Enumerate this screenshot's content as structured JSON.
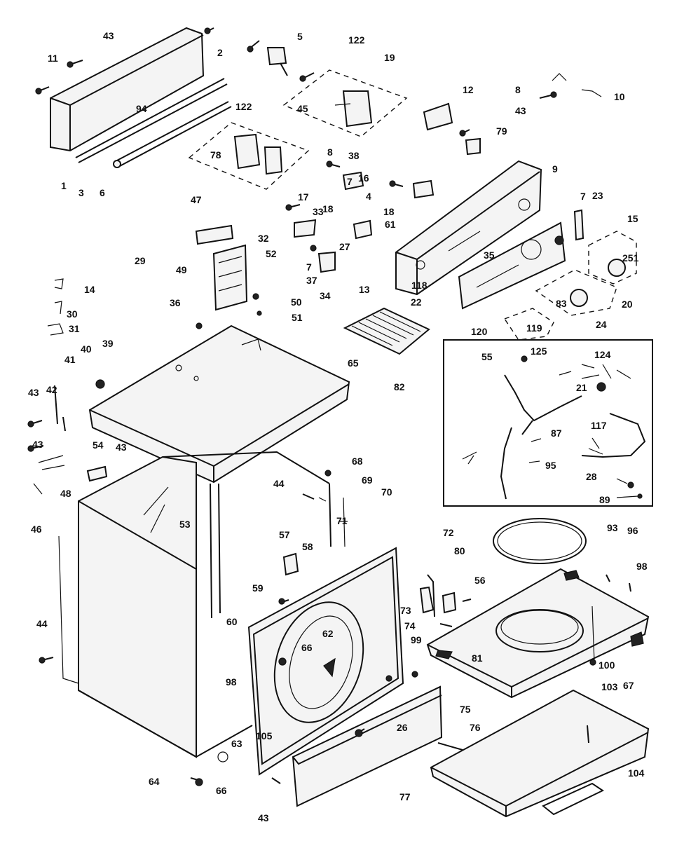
{
  "labels": [
    "43",
    "11",
    "2",
    "5",
    "122",
    "19",
    "12",
    "8",
    "10",
    "43",
    "94",
    "122",
    "45",
    "78",
    "79",
    "1",
    "3",
    "6",
    "47",
    "8",
    "38",
    "16",
    "7",
    "9",
    "7",
    "23",
    "15",
    "17",
    "33",
    "18",
    "4",
    "18",
    "61",
    "251",
    "32",
    "52",
    "49",
    "29",
    "14",
    "7",
    "27",
    "35",
    "37",
    "34",
    "13",
    "118",
    "22",
    "20",
    "83",
    "24",
    "36",
    "50",
    "51",
    "30",
    "31",
    "120",
    "119",
    "125",
    "124",
    "40",
    "39",
    "41",
    "55",
    "65",
    "82",
    "21",
    "43",
    "42",
    "117",
    "87",
    "43",
    "54",
    "43",
    "68",
    "69",
    "70",
    "95",
    "48",
    "44",
    "71",
    "28",
    "89",
    "46",
    "53",
    "57",
    "58",
    "72",
    "80",
    "93",
    "96",
    "98",
    "56",
    "59",
    "60",
    "62",
    "66",
    "73",
    "74",
    "99",
    "81",
    "100",
    "103",
    "67",
    "44",
    "98",
    "63",
    "105",
    "26",
    "75",
    "76",
    "104",
    "64",
    "66",
    "77",
    "43"
  ]
}
